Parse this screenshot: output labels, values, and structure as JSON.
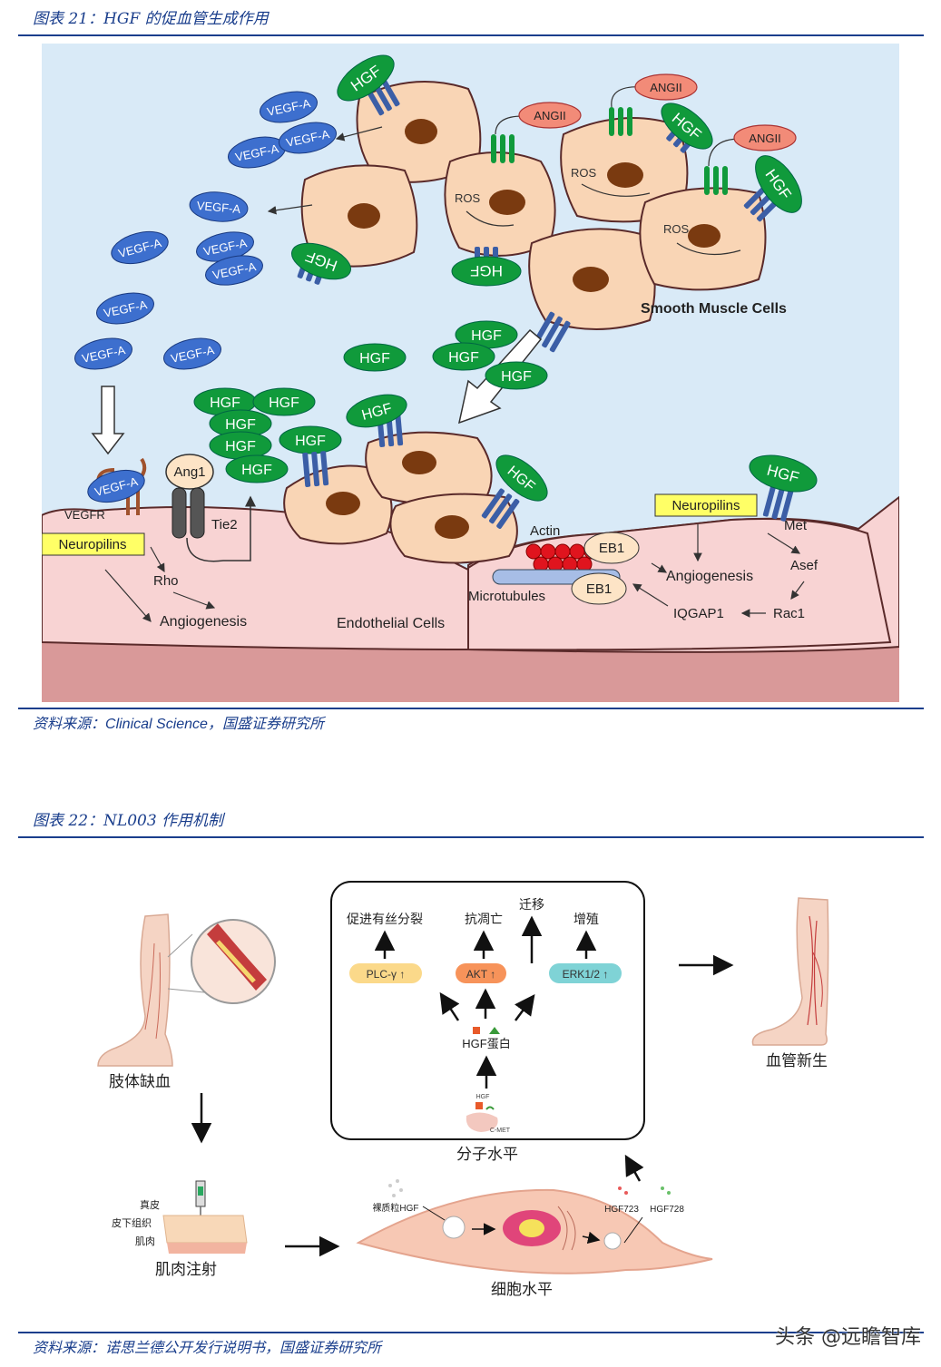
{
  "fig21": {
    "caption": "图表 21：HGF 的促血管生成作用",
    "source_prefix": "资料来源：",
    "source_italic": "Clinical Science",
    "source_suffix": "，国盛证券研究所",
    "labels": {
      "vegfa": "VEGF-A",
      "hgf": "HGF",
      "angii": "ANGII",
      "ros": "ROS",
      "smooth_muscle": "Smooth Muscle Cells",
      "ang1": "Ang1",
      "tie2": "Tie2",
      "vegfr": "VEGFR",
      "neuropilins": "Neuropilins",
      "rho": "Rho",
      "angiogenesis": "Angiogenesis",
      "endothelial": "Endothelial Cells",
      "actin": "Actin",
      "eb1": "EB1",
      "microtubules": "Microtubules",
      "iqgap1": "IQGAP1",
      "rac1": "Rac1",
      "asef": "Asef",
      "met": "Met"
    },
    "colors": {
      "background": "#d9eaf7",
      "cell_fill": "#f9d5b5",
      "nucleus": "#7a3a10",
      "hgf_green": "#109a3b",
      "vegf_blue": "#3d6fce",
      "receptor_blue": "#3b5ea6",
      "angii_red": "#f28b78",
      "endothelium": "#f8d3d3",
      "tissue": "#d99999",
      "neuropilin_yellow": "#ffff66",
      "actin_red": "#e0141e",
      "eb1_fill": "#fde4c6"
    }
  },
  "fig22": {
    "caption": "图表 22：NL003 作用机制",
    "source": "资料来源：诺思兰德公开发行说明书，国盛证券研究所",
    "molecular_box": {
      "outputs": [
        "促进有丝分裂",
        "抗凋亡",
        "迁移",
        "增殖"
      ],
      "pathways": [
        "PLC-γ ↑",
        "AKT ↑",
        "ERK1/2 ↑"
      ],
      "hgf_protein": "HGF蛋白",
      "hgf_small": "HGF",
      "cmet": "C-MET",
      "title": "分子水平"
    },
    "limb_ischemia": "肢体缺血",
    "angiogenesis": "血管新生",
    "skin_layers": [
      "真皮",
      "皮下组织",
      "肌肉"
    ],
    "muscle_injection": "肌肉注射",
    "plasmid": "裸质粒HGF",
    "isoforms": [
      "HGF723",
      "HGF728"
    ],
    "cellular_level": "细胞水平",
    "pathway_colors": [
      "#fbd98a",
      "#f7935a",
      "#7fd3d6"
    ]
  },
  "watermark": "头条 @远瞻智库"
}
